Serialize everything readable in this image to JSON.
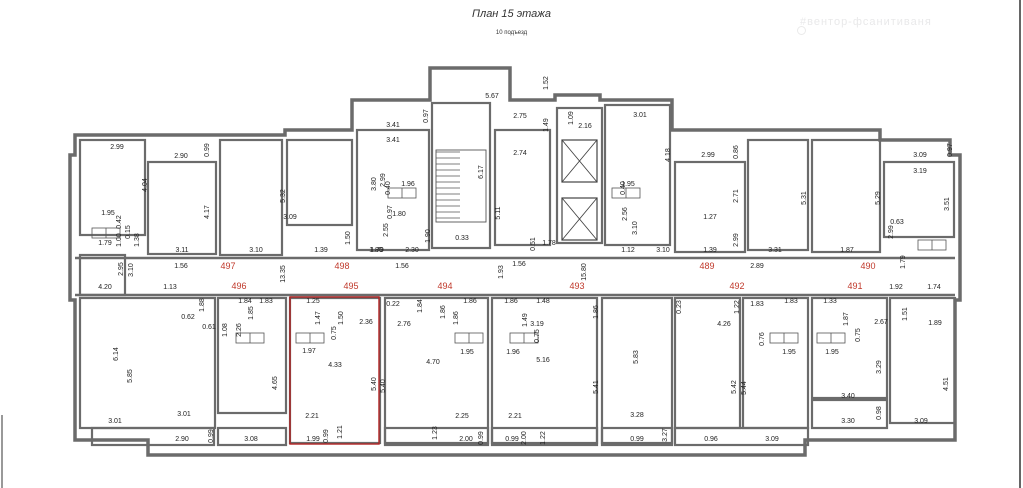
{
  "header": {
    "title": "План 15 этажа",
    "subtitle": "10 подъезд",
    "watermark": "#вентор-фсанитиваня"
  },
  "colors": {
    "wall": "#6b6b6b",
    "apartment_number": "#c0392b",
    "highlight": "#b22222"
  },
  "apartments": [
    "497",
    "498",
    "489",
    "490",
    "496",
    "495",
    "494",
    "493",
    "492",
    "491"
  ],
  "dimensions": [
    "5.67",
    "1.52",
    "2.75",
    "1.49",
    "3.41",
    "0.97",
    "3.41",
    "1.09",
    "3.01",
    "2.16",
    "2.74",
    "2.99",
    "2.90",
    "0.99",
    "4.04",
    "4.17",
    "5.32",
    "3.80",
    "2.99",
    "0.40",
    "1.96",
    "6.17",
    "5.11",
    "1.95",
    "0.40",
    "4.18",
    "2.99",
    "0.86",
    "2.71",
    "5.31",
    "5.29",
    "3.09",
    "0.97",
    "3.19",
    "3.51",
    "1.95",
    "0.42",
    "1.00",
    "1.79",
    "0.15",
    "1.38",
    "3.09",
    "0.97",
    "1.80",
    "2.55",
    "1.90",
    "1.79",
    "2.56",
    "3.10",
    "1.27",
    "0.63",
    "2.99",
    "3.11",
    "3.10",
    "1.39",
    "1.50",
    "1.80",
    "2.30",
    "0.33",
    "0.51",
    "1.78",
    "1.12",
    "3.10",
    "1.39",
    "2.99",
    "3.31",
    "1.87",
    "2.95",
    "3.10",
    "1.56",
    "13.35",
    "1.56",
    "1.93",
    "1.56",
    "15.80",
    "2.89",
    "1.79",
    "4.20",
    "1.13",
    "1.92",
    "1.74",
    "1.84",
    "1.83",
    "1.25",
    "0.22",
    "1.84",
    "1.86",
    "1.86",
    "1.48",
    "0.23",
    "1.22",
    "1.83",
    "1.83",
    "1.33",
    "1.88",
    "1.85",
    "1.47",
    "1.50",
    "1.86",
    "1.86",
    "1.49",
    "1.86",
    "1.87",
    "1.51",
    "0.62",
    "0.61",
    "2.26",
    "1.08",
    "0.75",
    "2.36",
    "2.76",
    "0.75",
    "3.19",
    "4.26",
    "0.76",
    "0.75",
    "2.67",
    "1.89",
    "1.97",
    "1.95",
    "1.96",
    "1.95",
    "1.95",
    "6.14",
    "5.85",
    "4.33",
    "4.70",
    "5.16",
    "5.83",
    "3.29",
    "4.65",
    "5.40",
    "5.40",
    "5.41",
    "5.42",
    "5.44",
    "4.51",
    "3.40",
    "2.21",
    "2.25",
    "2.21",
    "3.28",
    "0.98",
    "3.01",
    "3.01",
    "0.99",
    "1.21",
    "1.23",
    "0.99",
    "1.22",
    "3.30",
    "3.09",
    "2.90",
    "0.99",
    "3.08",
    "1.99",
    "2.00",
    "0.99",
    "2.00",
    "0.99",
    "3.27",
    "0.96",
    "3.09",
    "3.01"
  ]
}
